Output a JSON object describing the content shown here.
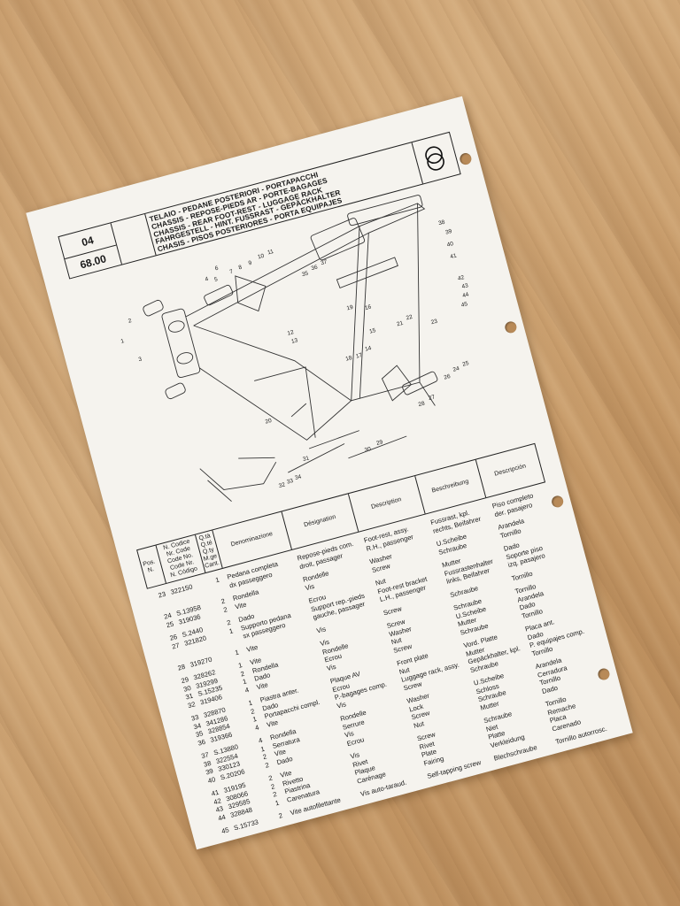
{
  "header": {
    "group": "04",
    "page": "68.00",
    "title_lines": [
      "TELAIO - PEDANE POSTERIORI - PORTAPACCHI",
      "CHASSIS - REPOSE-PIEDS AR - PORTE-BAGAGES",
      "CHASSIS - REAR FOOT-REST - LUGGAGE RACK",
      "FAHRGESTELL - HINT. FUSSRAST - GEPÄCKHALTER",
      "CHASIS - PISOS POSTERIORES - PORTA EQUIPAJES"
    ],
    "logo_icon": "double-ring-logo"
  },
  "diagram": {
    "callouts": [
      "1",
      "2",
      "3",
      "4",
      "5",
      "6",
      "7",
      "8",
      "9",
      "10",
      "11",
      "12",
      "13",
      "14",
      "15",
      "16",
      "17",
      "18",
      "19",
      "20",
      "21",
      "22",
      "23",
      "24",
      "25",
      "26",
      "27",
      "28",
      "29",
      "30",
      "31",
      "32",
      "33",
      "34",
      "35",
      "36",
      "37",
      "38",
      "39",
      "40",
      "41",
      "42",
      "43",
      "44",
      "45"
    ]
  },
  "table": {
    "headers": {
      "pos": "Pos.\nN.",
      "code": "N. Codice\nNr. Code\nCode No.\nCode Nr.\nN. Código",
      "qty": "Q.tà\nQ.té\nQ.ty\nM.ge\nCant.",
      "it": "Denominazione",
      "fr": "Désignation",
      "en": "Description",
      "de": "Beschreibung",
      "es": "Descripción"
    },
    "rows": [
      {
        "pos": "23",
        "code": "322150",
        "qty": "1",
        "it": "Pedana completa\ndx passeggero",
        "fr": "Repose-pieds com.\ndroit, passager",
        "en": "Foot-rest, assy.\nR.H., passenger",
        "de": "Fussrast, kpl.\nrechts, Beifahrer",
        "es": "Piso completo\nder. pasajero",
        "gap": true
      },
      {
        "pos": "24",
        "code": "S.13958",
        "qty": "2",
        "it": "Rondella",
        "fr": "Rondelle",
        "en": "Washer",
        "de": "U.Scheibe",
        "es": "Arandela",
        "gap": true
      },
      {
        "pos": "25",
        "code": "319036",
        "qty": "2",
        "it": "Vite",
        "fr": "Vis",
        "en": "Screw",
        "de": "Schraube",
        "es": "Tornillo"
      },
      {
        "pos": "26",
        "code": "S.2440",
        "qty": "2",
        "it": "Dado",
        "fr": "Ecrou",
        "en": "Nut",
        "de": "Mutter",
        "es": "Dado",
        "gap": true
      },
      {
        "pos": "27",
        "code": "321820",
        "qty": "1",
        "it": "Supporto pedana\nsx passeggero",
        "fr": "Support rep.-pieds\ngauche, passager",
        "en": "Foot-rest bracket\nL.H., passenger",
        "de": "Fussrastenhalter\nlinks, Beifahrer",
        "es": "Soporte piso\nizq. pasajero"
      },
      {
        "pos": "28",
        "code": "319270",
        "qty": "1",
        "it": "Vite",
        "fr": "Vis",
        "en": "Screw",
        "de": "Schraube",
        "es": "Tornillo",
        "gap": true
      },
      {
        "pos": "29",
        "code": "328262",
        "qty": "1",
        "it": "Vite",
        "fr": "Vis",
        "en": "Screw",
        "de": "Schraube",
        "es": "Tornillo",
        "gap": true
      },
      {
        "pos": "30",
        "code": "319299",
        "qty": "2",
        "it": "Rondella",
        "fr": "Rondelle",
        "en": "Washer",
        "de": "U.Scheibe",
        "es": "Arandela"
      },
      {
        "pos": "31",
        "code": "S.15235",
        "qty": "1",
        "it": "Dado",
        "fr": "Ecrou",
        "en": "Nut",
        "de": "Mutter",
        "es": "Dado"
      },
      {
        "pos": "32",
        "code": "319406",
        "qty": "4",
        "it": "Vite",
        "fr": "Vis",
        "en": "Screw",
        "de": "Schraube",
        "es": "Tornillo"
      },
      {
        "pos": "33",
        "code": "328870",
        "qty": "1",
        "it": "Piastra anter.",
        "fr": "Plaque AV",
        "en": "Front plate",
        "de": "Vord. Platte",
        "es": "Placa ant.",
        "gap": true
      },
      {
        "pos": "34",
        "code": "341286",
        "qty": "2",
        "it": "Dado",
        "fr": "Ecrou",
        "en": "Nut",
        "de": "Mutter",
        "es": "Dado"
      },
      {
        "pos": "35",
        "code": "328854",
        "qty": "1",
        "it": "Portapacchi compl.",
        "fr": "P.-bagages comp.",
        "en": "Luggage rack, assy.",
        "de": "Gepäckhalter, kpl.",
        "es": "P. equipajes comp."
      },
      {
        "pos": "36",
        "code": "319366",
        "qty": "4",
        "it": "Vite",
        "fr": "Vis",
        "en": "Screw",
        "de": "Schraube",
        "es": "Tornillo"
      },
      {
        "pos": "37",
        "code": "S.13880",
        "qty": "4",
        "it": "Rondella",
        "fr": "Rondelle",
        "en": "Washer",
        "de": "U.Scheibe",
        "es": "Arandela",
        "gap": true
      },
      {
        "pos": "38",
        "code": "322554",
        "qty": "1",
        "it": "Serratura",
        "fr": "Serrure",
        "en": "Lock",
        "de": "Schloss",
        "es": "Cerradura"
      },
      {
        "pos": "39",
        "code": "330123",
        "qty": "2",
        "it": "Vite",
        "fr": "Vis",
        "en": "Screw",
        "de": "Schraube",
        "es": "Tornillo"
      },
      {
        "pos": "40",
        "code": "S.20206",
        "qty": "2",
        "it": "Dado",
        "fr": "Ecrou",
        "en": "Nut",
        "de": "Mutter",
        "es": "Dado"
      },
      {
        "pos": "41",
        "code": "319195",
        "qty": "2",
        "it": "Vite",
        "fr": "Vis",
        "en": "Screw",
        "de": "Schraube",
        "es": "Tornillo",
        "gap": true
      },
      {
        "pos": "42",
        "code": "308066",
        "qty": "2",
        "it": "Rivetto",
        "fr": "Rivet",
        "en": "Rivet",
        "de": "Niet",
        "es": "Remache"
      },
      {
        "pos": "43",
        "code": "329585",
        "qty": "2",
        "it": "Piastrina",
        "fr": "Plaque",
        "en": "Plate",
        "de": "Platte",
        "es": "Placa"
      },
      {
        "pos": "44",
        "code": "328848",
        "qty": "1",
        "it": "Carenatura",
        "fr": "Carénage",
        "en": "Fairing",
        "de": "Verkleidung",
        "es": "Carenado"
      },
      {
        "pos": "45",
        "code": "S.15733",
        "qty": "2",
        "it": "Vite autofilettante",
        "fr": "Vis auto-taraud.",
        "en": "Self-tapping screw",
        "de": "Blechschraube",
        "es": "Tornillo autorrosc.",
        "gap": true
      }
    ]
  }
}
